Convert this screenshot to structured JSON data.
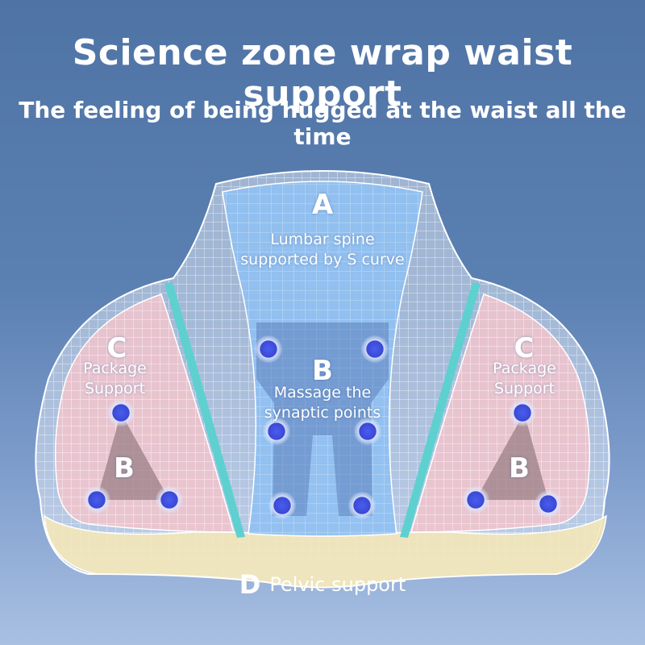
{
  "title": "Science zone wrap waist support",
  "subtitle": "The feeling of being hugged at the waist all the time",
  "zones": {
    "a": {
      "letter": "A",
      "text": "Lumbar spine supported by S curve"
    },
    "b_center": {
      "letter": "B",
      "text": "Massage the synaptic points"
    },
    "c_left": {
      "letter": "C",
      "text": "Package Support"
    },
    "b_left": {
      "letter": "B"
    },
    "c_right": {
      "letter": "C",
      "text": "Package Support"
    },
    "b_right": {
      "letter": "B"
    },
    "d": {
      "letter": "D",
      "text": "Pelvic support"
    }
  },
  "colors": {
    "zone_a": "#8fc0f2",
    "zone_c": "#f2c4cc",
    "zone_d": "#f3e7b8",
    "teal_stripe": "#5fd0d0",
    "massage_node": "#3d4fd9",
    "triangle": "#9a7f86"
  }
}
